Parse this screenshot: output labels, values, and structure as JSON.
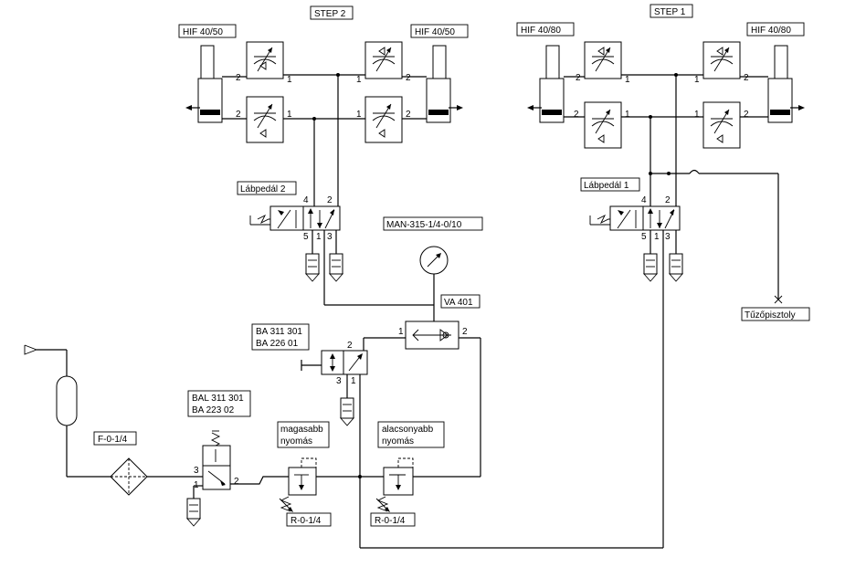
{
  "labels": {
    "step2": "STEP 2",
    "step1": "STEP 1",
    "hif_l2": "HIF 40/50",
    "hif_r2": "HIF 40/50",
    "hif_l1": "HIF 40/80",
    "hif_r1": "HIF 40/80",
    "pedal2": "Lábpedál 2",
    "pedal1": "Lábpedál 1",
    "gauge": "MAN-315-1/4-0/10",
    "va": "VA 401",
    "ba1_line1": "BA 311 301",
    "ba1_line2": "BA 226 01",
    "bal_line1": "BAL 311 301",
    "bal_line2": "BA 223 02",
    "filter": "F-0-1/4",
    "high_line1": "magasabb",
    "high_line2": "nyomás",
    "low_line1": "alacsonyabb",
    "low_line2": "nyomás",
    "reg1": "R-0-1/4",
    "reg2": "R-0-1/4",
    "gun": "Tűzőpisztoly"
  },
  "ports": {
    "p1": "1",
    "p2": "2",
    "p3": "3",
    "p4": "4",
    "p5": "5"
  }
}
